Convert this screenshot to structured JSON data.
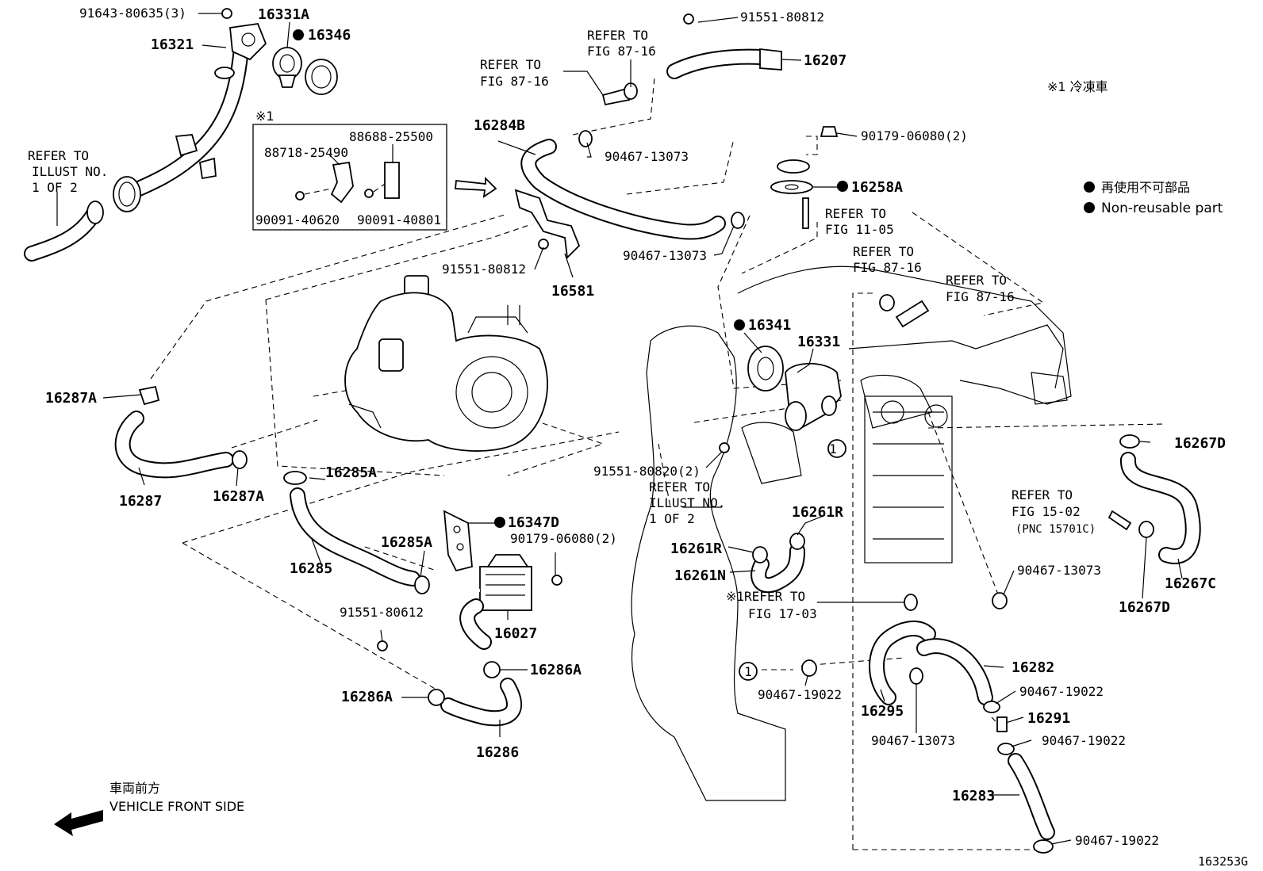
{
  "diagram_id": "163253G",
  "legend": {
    "note_mark": "※1 冷凍車",
    "nonreusable_jp": "再使用不可部品",
    "nonreusable_en": "Non-reusable part"
  },
  "front": {
    "jp": "車両前方",
    "en": "VEHICLE FRONT SIDE"
  },
  "inset": {
    "mark": "※1",
    "p1": "88688-25500",
    "p2": "88718-25490",
    "p3": "90091-40620",
    "p4": "90091-40801"
  },
  "parts": {
    "p91643": "91643-80635(3)",
    "p16331A": "16331A",
    "p16346": "16346",
    "p16321": "16321",
    "p91551_80812a": "91551-80812",
    "p16207": "16207",
    "p16284B": "16284B",
    "p90467_13073a": "90467-13073",
    "p90467_13073b": "90467-13073",
    "p90179a": "90179-06080(2)",
    "p16258A": "16258A",
    "p91551_80812b": "91551-80812",
    "p16581": "16581",
    "p16341": "16341",
    "p16331": "16331",
    "p16287A1": "16287A",
    "p16287": "16287",
    "p16287A2": "16287A",
    "p16285A1": "16285A",
    "p16285": "16285",
    "p16285A2": "16285A",
    "p16347D": "16347D",
    "p90179b": "90179-06080(2)",
    "p91551_80612": "91551-80612",
    "p16027": "16027",
    "p16286A1": "16286A",
    "p16286A2": "16286A",
    "p16286": "16286",
    "p91551_80820": "91551-80820(2)",
    "p16261R1": "16261R",
    "p16261R2": "16261R",
    "p16261N": "16261N",
    "p16267D1": "16267D",
    "p16267C": "16267C",
    "p16267D2": "16267D",
    "p90467_13073c": "90467-13073",
    "p16282": "16282",
    "p90467_19022a": "90467-19022",
    "p16295": "16295",
    "p90467_19022b": "90467-19022",
    "p16291": "16291",
    "p90467_13073d": "90467-13073",
    "p90467_19022c": "90467-19022",
    "p16283": "16283",
    "p90467_19022d": "90467-19022",
    "circle1a": "1",
    "circle1b": "1"
  },
  "refs": {
    "r1a": "REFER TO",
    "r1b": "ILLUST NO.",
    "r1c": "1 OF 2",
    "r2a": "REFER TO",
    "r2b": "FIG 87-16",
    "r3a": "REFER TO",
    "r3b": "FIG 87-16",
    "r4a": "REFER TO",
    "r4b": "FIG 11-05",
    "r5a": "REFER TO",
    "r5b": "FIG 87-16",
    "r6a": "REFER TO",
    "r6b": "FIG 87-16",
    "r7a": "REFER TO",
    "r7b": "ILLUST NO.",
    "r7c": "1 OF 2",
    "r8a": "REFER TO",
    "r8b": "FIG 15-02",
    "r8c": "(PNC 15701C)",
    "r9a": "※1REFER TO",
    "r9b": "FIG 17-03"
  }
}
